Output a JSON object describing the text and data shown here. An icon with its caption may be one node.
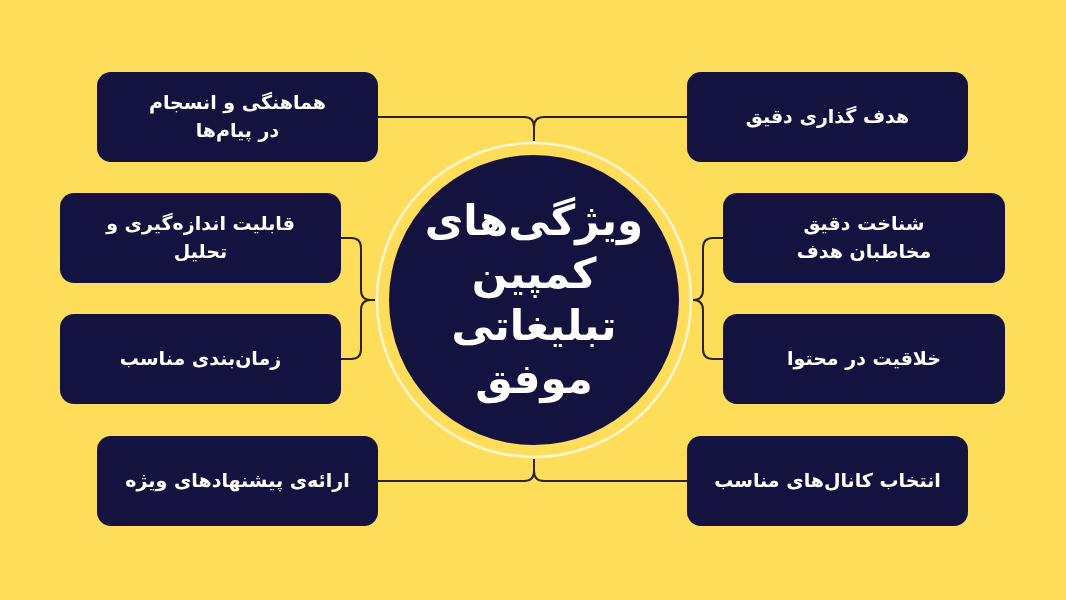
{
  "diagram": {
    "nodes": [
      {
        "text": [
          "ویژگی‌های کمپین تبلیغاتی موفق"
        ]
      },
      {
        "text": [
          "هدف گذاری دقیق"
        ]
      },
      {
        "text": [
          "هماهنگی و انسجام در پیام‌ها"
        ]
      },
      {
        "text": [
          "شناخت دقیق مخاطبان هدف"
        ]
      },
      {
        "text": [
          "قابلیت اندازه‌گیری و تحلیل"
        ]
      },
      {
        "text": [
          "خلاقیت در محتوا"
        ]
      },
      {
        "text": [
          "زمان‌بندی مناسب"
        ]
      },
      {
        "text": [
          "انتخاب کانال‌های مناسب"
        ]
      },
      {
        "text": [
          "ارائه‌ی پیشنهادهای ویژه"
        ]
      }
    ],
    "edges": [
      {
        "from": 0,
        "to": 1,
        "arrow": "none"
      },
      {
        "from": 0,
        "to": 2,
        "arrow": "none"
      },
      {
        "from": 0,
        "to": 3,
        "arrow": "none"
      },
      {
        "from": 0,
        "to": 4,
        "arrow": "none"
      },
      {
        "from": 0,
        "to": 5,
        "arrow": "none"
      },
      {
        "from": 0,
        "to": 6,
        "arrow": "none"
      },
      {
        "from": 0,
        "to": 7,
        "arrow": "none"
      },
      {
        "from": 0,
        "to": 8,
        "arrow": "none"
      }
    ]
  }
}
